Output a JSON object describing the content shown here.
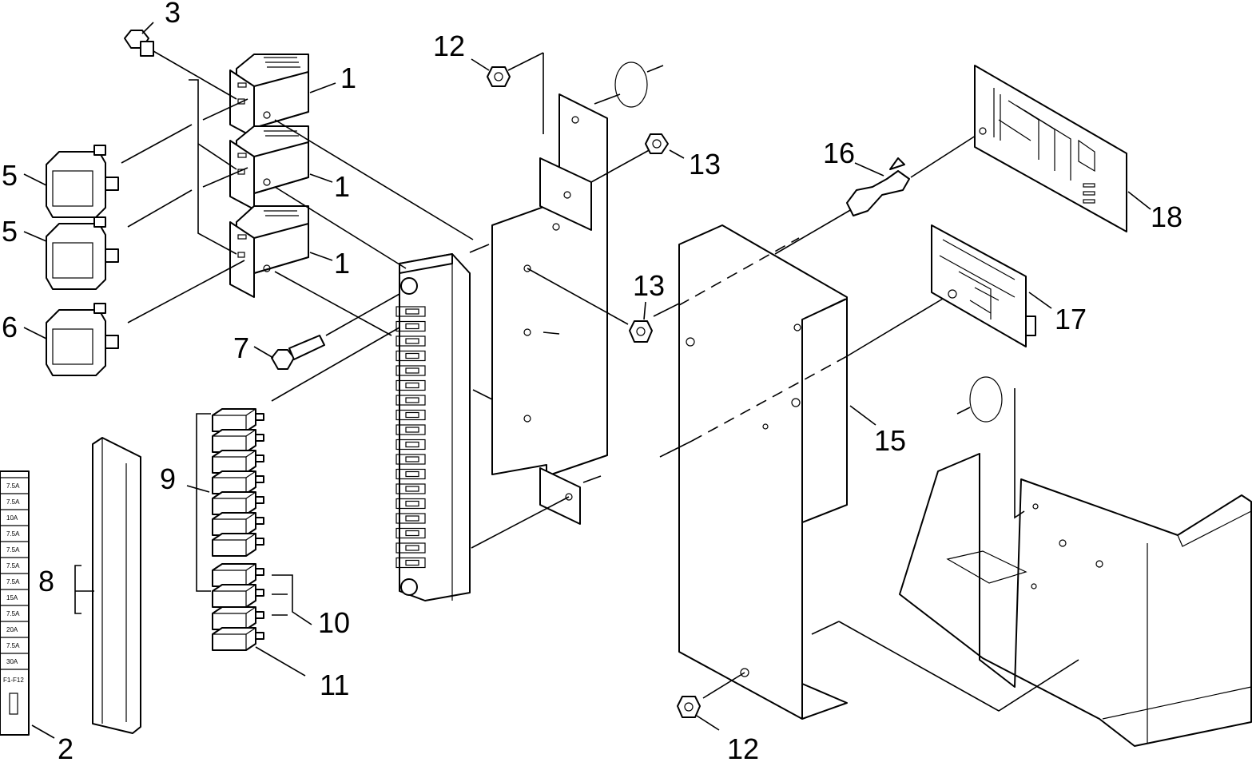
{
  "callouts": {
    "c1a": "1",
    "c1b": "1",
    "c1c": "1",
    "c2": "2",
    "c3": "3",
    "c5a": "5",
    "c5b": "5",
    "c6": "6",
    "c7": "7",
    "c8": "8",
    "c9": "9",
    "c10": "10",
    "c11": "11",
    "c12a": "12",
    "c12b": "12",
    "c13a": "13",
    "c13b": "13",
    "c15": "15",
    "c16": "16",
    "c17": "17",
    "c18": "18"
  },
  "fuse_labels": {
    "ratings": [
      "7.5A",
      "7.5A",
      "10A",
      "7.5A",
      "7.5A",
      "7.5A",
      "7.5A",
      "15A",
      "7.5A",
      "20A",
      "7.5A",
      "30A"
    ],
    "range": "F1-F12"
  }
}
